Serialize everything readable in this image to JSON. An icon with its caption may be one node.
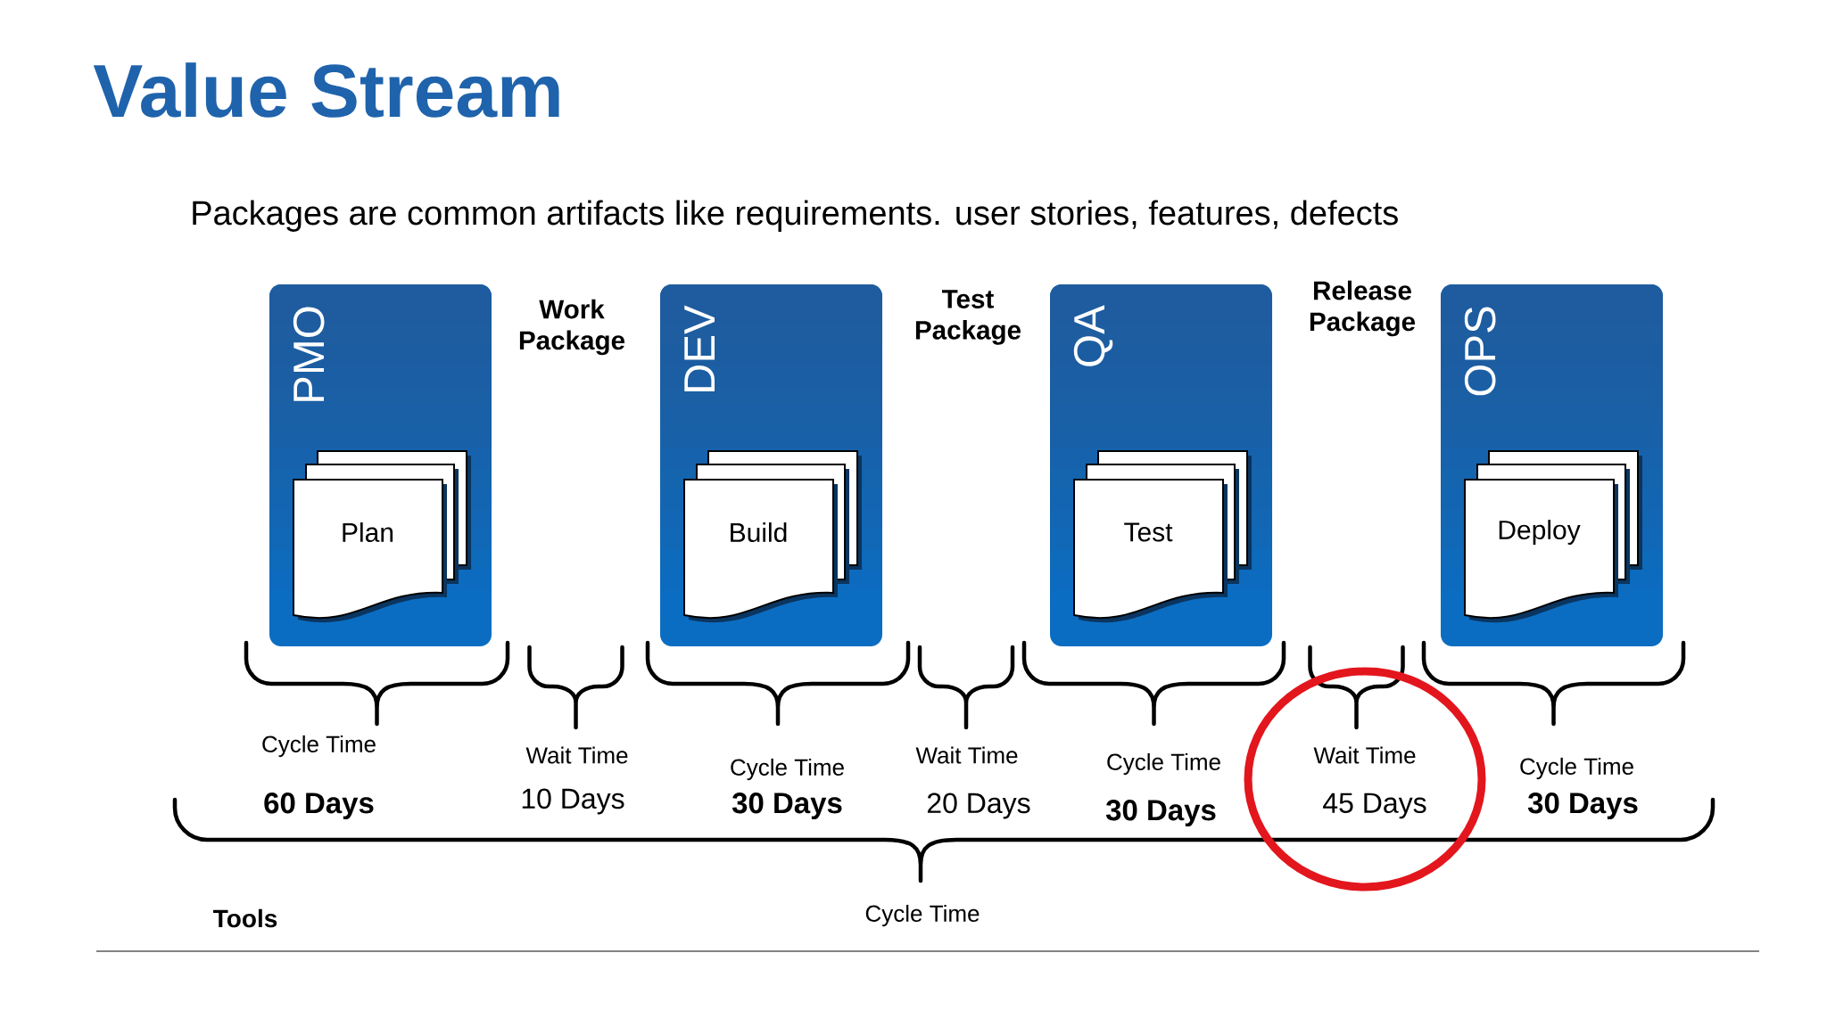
{
  "diagram": {
    "title": "Value Stream",
    "nodes": [
      {
        "text": [
          "PMO"
        ],
        "beside": [
          "Cycle Time",
          "60 Days"
        ]
      },
      {
        "text": [
          "Plan"
        ],
        "in": 0
      },
      {
        "text": [
          "DEV"
        ],
        "beside": [
          "Cycle Time",
          "30 Days"
        ]
      },
      {
        "text": [
          "Build"
        ],
        "in": 2
      },
      {
        "text": [
          "QA"
        ],
        "beside": [
          "Cycle Time",
          "30 Days"
        ]
      },
      {
        "text": [
          "Test"
        ],
        "in": 4
      },
      {
        "text": [
          "OPS"
        ],
        "beside": [
          "Cycle Time",
          "30 Days"
        ]
      },
      {
        "text": [
          "Deploy"
        ],
        "in": 6
      }
    ],
    "labels": [
      "Packages are common artifacts like requirements. user stories, features, defects",
      "Work Package",
      "Test Package",
      "Release Package",
      "Wait Time",
      "10 Days",
      "Wait Time",
      "20 Days",
      "Wait Time",
      "45 Days",
      "Cycle Time",
      "Tools"
    ]
  }
}
